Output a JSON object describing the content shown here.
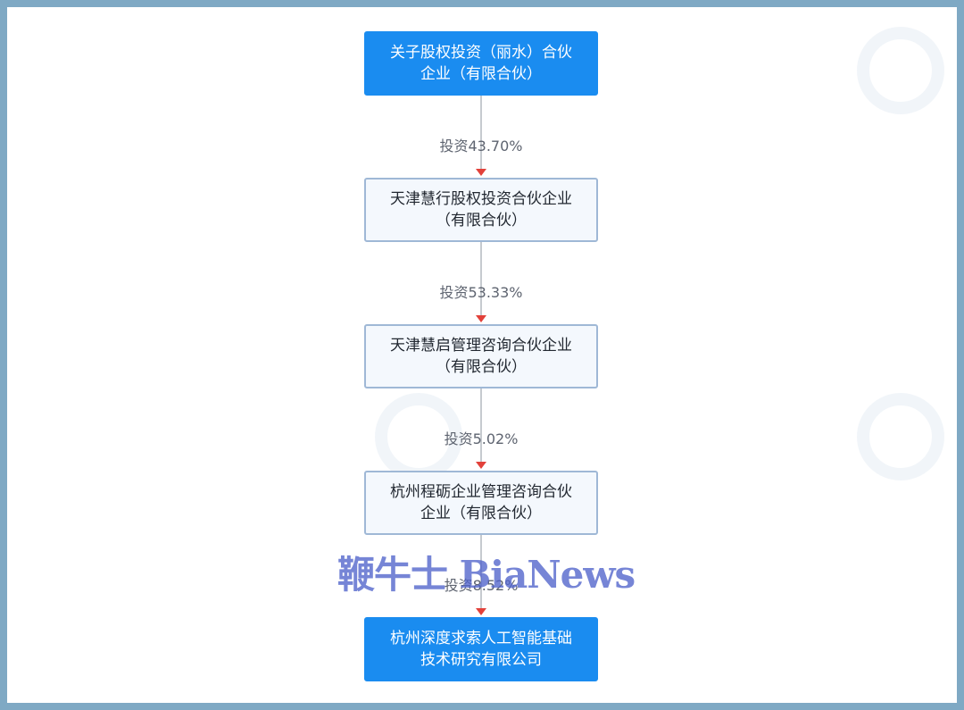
{
  "nodes": [
    {
      "id": "n1",
      "label": "关子股权投资（丽水）合伙\n企业（有限合伙）",
      "style": "primary"
    },
    {
      "id": "n2",
      "label": "天津慧行股权投资合伙企业\n（有限合伙）",
      "style": "secondary"
    },
    {
      "id": "n3",
      "label": "天津慧启管理咨询合伙企业\n（有限合伙）",
      "style": "secondary"
    },
    {
      "id": "n4",
      "label": "杭州程砺企业管理咨询合伙\n企业（有限合伙）",
      "style": "secondary"
    },
    {
      "id": "n5",
      "label": "杭州深度求索人工智能基础\n技术研究有限公司",
      "style": "primary"
    }
  ],
  "edges": [
    {
      "from": "n1",
      "to": "n2",
      "label": "投资43.70%"
    },
    {
      "from": "n2",
      "to": "n3",
      "label": "投资53.33%"
    },
    {
      "from": "n3",
      "to": "n4",
      "label": "投资5.02%"
    },
    {
      "from": "n4",
      "to": "n5",
      "label": "投资8.52%"
    }
  ],
  "watermark": "鞭牛士 BiaNews",
  "colors": {
    "primary_fill": "#1a8cf0",
    "secondary_fill": "#f4f8fd",
    "secondary_border": "#9fb8d6",
    "connector": "#b3b8bf",
    "arrow": "#e2413a",
    "frame": "#7fa9c4"
  }
}
